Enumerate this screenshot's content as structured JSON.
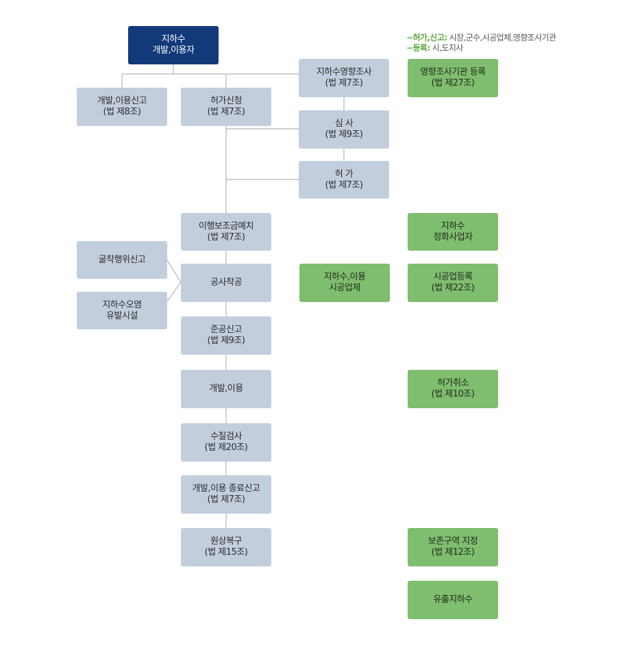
{
  "legend": [
    {
      "key": "−허가,신고:",
      "value": "시장,군수,시공업체,영향조사기관"
    },
    {
      "key": "−등록:",
      "value": "시,도지사"
    }
  ],
  "top": {
    "line1": "지하수",
    "line2": "개발,이용자"
  },
  "left": {
    "report": {
      "line1": "개발,이용신고",
      "line2": "(법 제8조)"
    },
    "excavation": {
      "line1": "굴착행위신고"
    },
    "pollution": {
      "line1": "지하수오염",
      "line2": "유발시설"
    }
  },
  "center": {
    "permit_request": {
      "line1": "허가신청",
      "line2": "(법 제7조)"
    },
    "deposit": {
      "line1": "이행보조금예치",
      "line2": "(법 제7조)"
    },
    "construction": {
      "line1": "공사착공"
    },
    "completion": {
      "line1": "준공신고",
      "line2": "(법 제9조)"
    },
    "use": {
      "line1": "개발,이용"
    },
    "water_test": {
      "line1": "수질검사",
      "line2": "(법 제20조)"
    },
    "end_report": {
      "line1": "개발,이용 종료신고",
      "line2": "(법 제7조)"
    },
    "restoration": {
      "line1": "원상복구",
      "line2": "(법 제15조)"
    }
  },
  "mid": {
    "impact": {
      "line1": "지하수영향조사",
      "line2": "(법 제7조)"
    },
    "review": {
      "line1": "심 사",
      "line2": "(법 제9조)"
    },
    "permit": {
      "line1": "허 가",
      "line2": "(법 제7조)"
    },
    "contractor": {
      "line1": "지하수,이용",
      "line2": "시공업체"
    }
  },
  "right": {
    "impact_reg": {
      "line1": "영향조사기관 등록",
      "line2": "(법 제27조)"
    },
    "purifier": {
      "line1": "지하수",
      "line2": "정화사업자"
    },
    "contractor_reg": {
      "line1": "시공업등록",
      "line2": "(법 제22조)"
    },
    "revoke": {
      "line1": "허가취소",
      "line2": "(법 제10조)"
    },
    "protection": {
      "line1": "보존구역 지정",
      "line2": "(법 제12조)"
    },
    "outflow": {
      "line1": "유출지하수"
    }
  },
  "colors": {
    "gray_box": "#c3cedd",
    "green_box": "#7fbd6f",
    "navy_box": "#12397a",
    "connector": "#b5b5b5",
    "legend_key": "#5aa83e"
  }
}
